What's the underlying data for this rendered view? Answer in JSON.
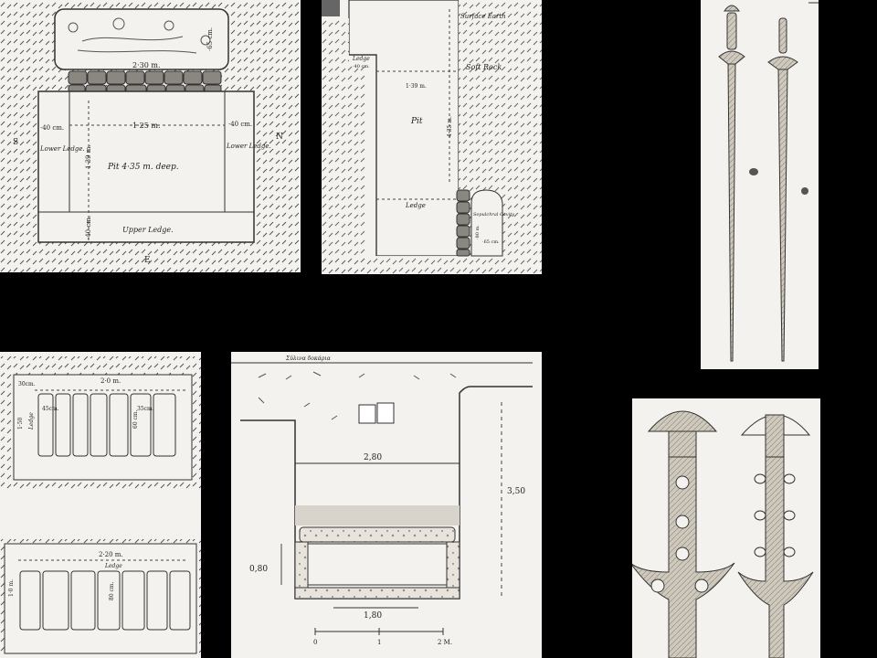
{
  "panel_tl": {
    "top_width": "2·30 m.",
    "top_height": "·65 cm.",
    "width": "1·25 m.",
    "left_ledge_w": "·40 cm.",
    "right_ledge_w": "·40 cm.",
    "left_dir": "S",
    "right_dir": "N",
    "bottom_dir": "E",
    "lower_ledge_l": "Lower Ledge.",
    "lower_ledge_r": "Lower Ledge.",
    "depth_side": "1·39 m.",
    "pit": "Pit 4·35 m. deep.",
    "upper_ledge": "Upper Ledge.",
    "upper_ledge_h": "·40 cm."
  },
  "panel_tm": {
    "surface_earth": "Surface Earth",
    "ledge_top": "Ledge",
    "ledge_top_w": "·40 cm.",
    "soft_rock": "Soft Rock",
    "width": "1·39 m.",
    "depth": "4·35 m.",
    "pit": "Pit",
    "ledge": "Ledge",
    "sepulchral": "Sepulchral Cavity",
    "cavity_h": "·80 m.",
    "cavity_w": "·65 cm."
  },
  "panel_bl": {
    "top_width": "2·0 m.",
    "top_side": "30cm.",
    "side": "1·50",
    "ledge": "Ledge",
    "stone1": "45cm.",
    "stone2": "60 cm.",
    "stone3": "35cm.",
    "bottom_width": "2·20 m.",
    "bottom_ledge": "Ledge",
    "bottom_side": "1·0 m.",
    "bottom_stone": "80 cm."
  },
  "panel_bm": {
    "header": "Σύλινα δοκάρια",
    "width": "2,80",
    "depth": "3,50",
    "chamber_h": "0,80",
    "chamber_w": "1,80",
    "scale_0": "0",
    "scale_1": "1",
    "scale_2": "2 M."
  }
}
